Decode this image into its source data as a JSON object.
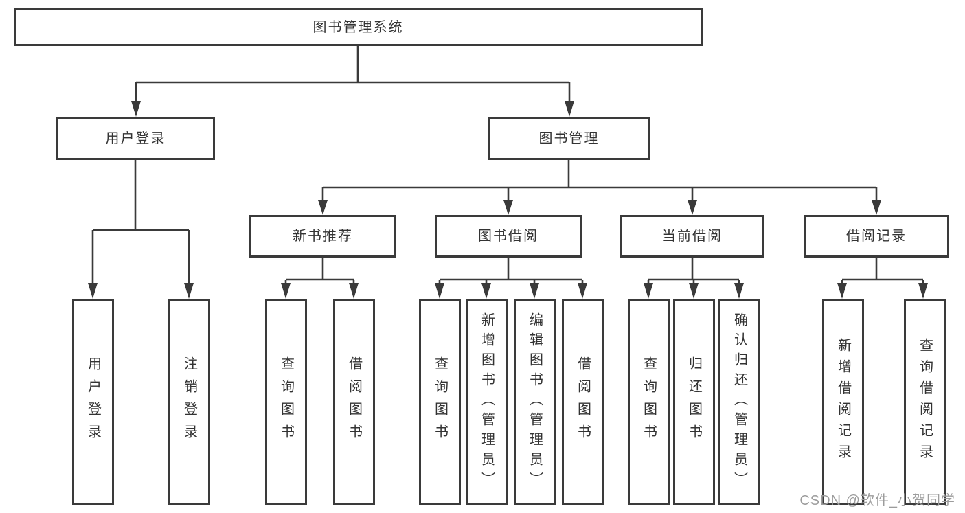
{
  "tree": {
    "label": "图书管理系统",
    "children": [
      {
        "label": "用户登录",
        "children": [
          {
            "label": "用户登录"
          },
          {
            "label": "注销登录"
          }
        ]
      },
      {
        "label": "图书管理",
        "children": [
          {
            "label": "新书推荐",
            "children": [
              {
                "label": "查询图书"
              },
              {
                "label": "借阅图书"
              }
            ]
          },
          {
            "label": "图书借阅",
            "children": [
              {
                "label": "查询图书"
              },
              {
                "label": "新增图书（管理员）"
              },
              {
                "label": "编辑图书（管理员）"
              },
              {
                "label": "借阅图书"
              }
            ]
          },
          {
            "label": "当前借阅",
            "children": [
              {
                "label": "查询图书"
              },
              {
                "label": "归还图书"
              },
              {
                "label": "确认归还（管理员）"
              }
            ]
          },
          {
            "label": "借阅记录",
            "children": [
              {
                "label": "新增借阅记录"
              },
              {
                "label": "查询借阅记录"
              }
            ]
          }
        ]
      }
    ]
  },
  "watermark": {
    "text": "CSDN @软件_小贺同学"
  },
  "colors": {
    "line": "#3a3a3a",
    "box_border": "#3a3a3a",
    "text": "#333333",
    "background": "#ffffff",
    "watermark": "#9c9c9c"
  }
}
